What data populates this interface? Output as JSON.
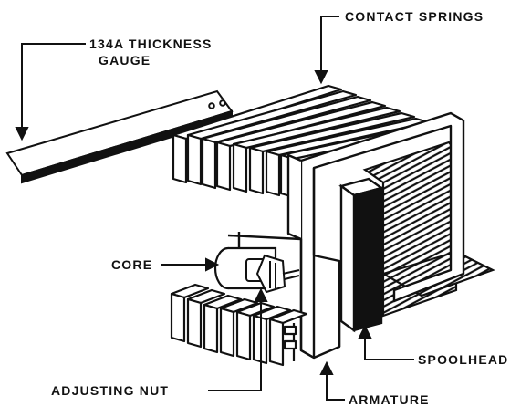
{
  "labels": {
    "gauge_line1": "134A THICKNESS",
    "gauge_line2": "GAUGE",
    "contact_springs": "CONTACT SPRINGS",
    "core": "CORE",
    "spoolhead": "SPOOLHEAD",
    "adjusting_nut": "ADJUSTING NUT",
    "armature": "ARMATURE"
  },
  "colors": {
    "ink": "#111111",
    "paper": "#ffffff"
  }
}
